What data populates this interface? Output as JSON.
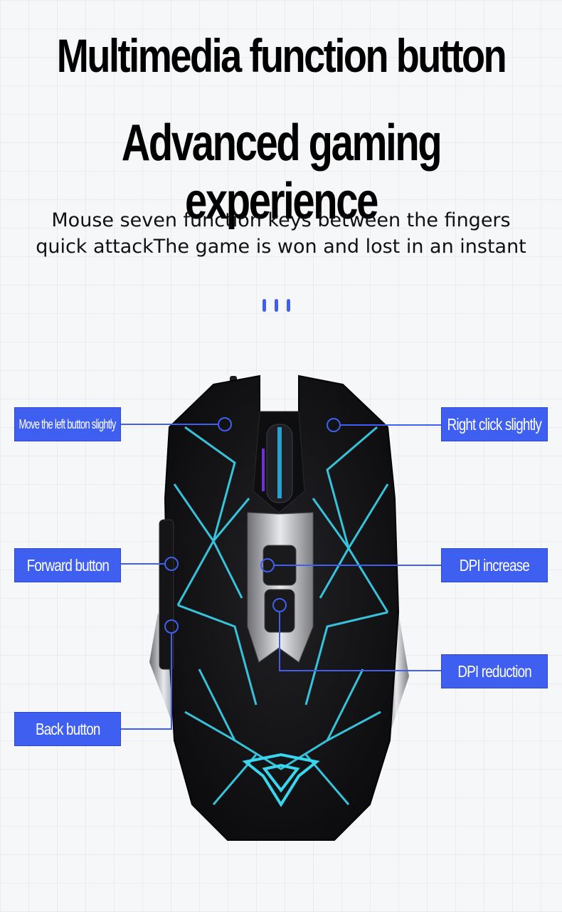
{
  "headline": {
    "line1": "Multimedia function button",
    "line2": "Advanced gaming experience"
  },
  "subtitle": {
    "line1": "Mouse seven function keys between the fingers",
    "line2": "quick attackThe game is won and lost in an instant"
  },
  "callouts": {
    "left_button": "Move the left button slightly",
    "right_click": "Right click slightly",
    "forward": "Forward button",
    "dpi_increase": "DPI increase",
    "back": "Back button",
    "dpi_reduction": "DPI reduction"
  },
  "colors": {
    "accent": "#3f5ff0",
    "mouse_body": "#1a1a1c",
    "glow": "#3ad6f0"
  }
}
